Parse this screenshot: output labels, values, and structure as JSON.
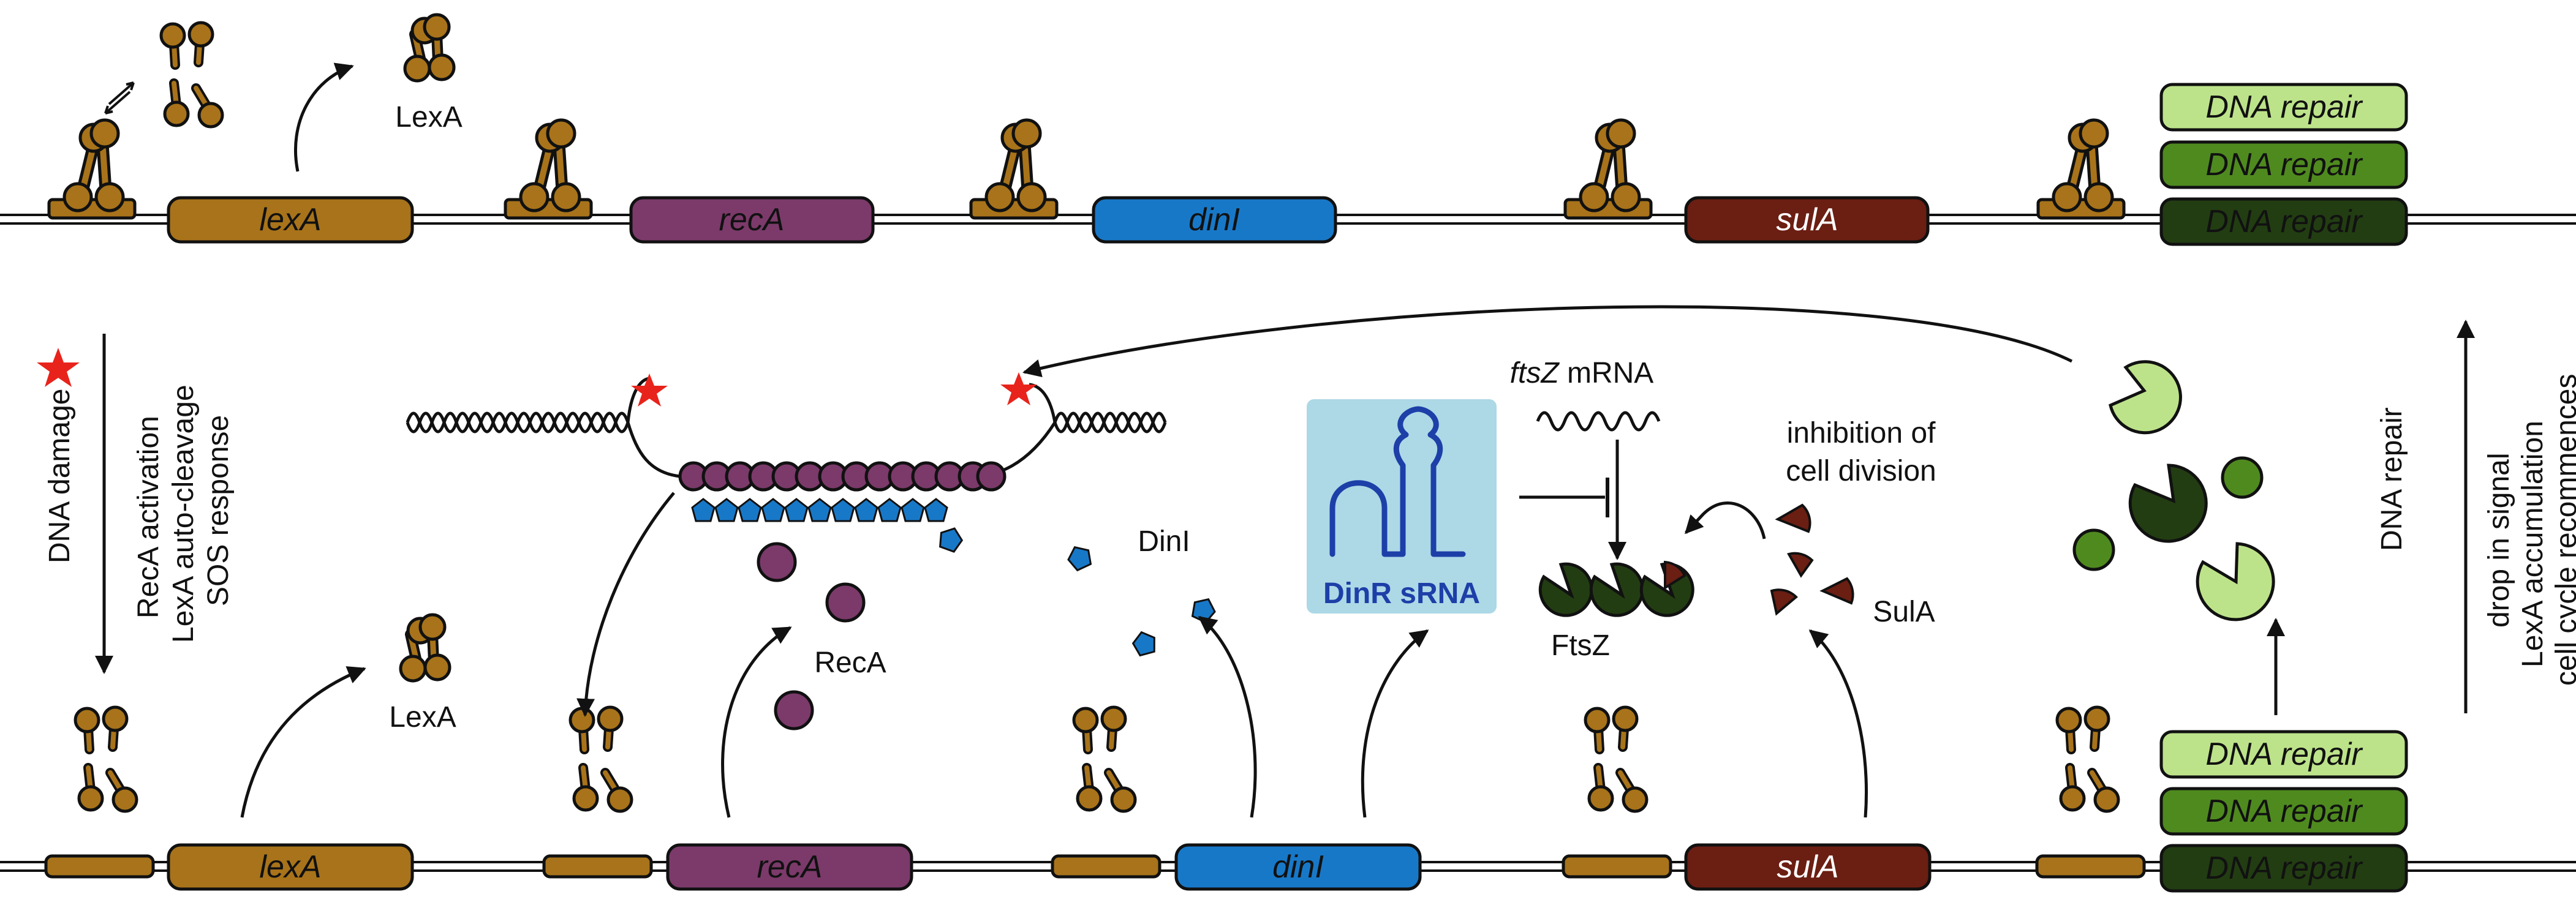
{
  "colors": {
    "lexA": "#a8731a",
    "recA": "#7b3a6a",
    "dinI": "#1878c8",
    "sulA": "#6b1e12",
    "repair_light": "#bde38a",
    "repair_mid": "#4f8a1f",
    "repair_dark": "#223d12",
    "damage_star": "#e8231b",
    "srna_box": "#add8e6",
    "srna_text": "#1d3fa8"
  },
  "genes": {
    "lexA": "lexA",
    "recA": "recA",
    "dinI": "dinI",
    "sulA": "sulA",
    "repair": "DNA repair"
  },
  "labels": {
    "lexa_top": "LexA",
    "lexa_bottom": "LexA",
    "reca_protein": "RecA",
    "dini_protein": "DinI",
    "ftsz_mrna_italic": "ftsZ",
    "ftsz_mrna_rest": " mRNA",
    "dinr_srna": "DinR sRNA",
    "ftsz": "FtsZ",
    "inhibition_line1": "inhibition of",
    "inhibition_line2": "cell division",
    "sula_protein": "SulA"
  },
  "left_side": {
    "damage": "DNA damage",
    "line1": "RecA activation",
    "line2": "LexA auto-cleavage",
    "line3": "SOS response"
  },
  "right_side": {
    "repair": "DNA repair",
    "line1": "drop in signal",
    "line2": "LexA accumulation",
    "line3": "cell cycle recommences"
  }
}
